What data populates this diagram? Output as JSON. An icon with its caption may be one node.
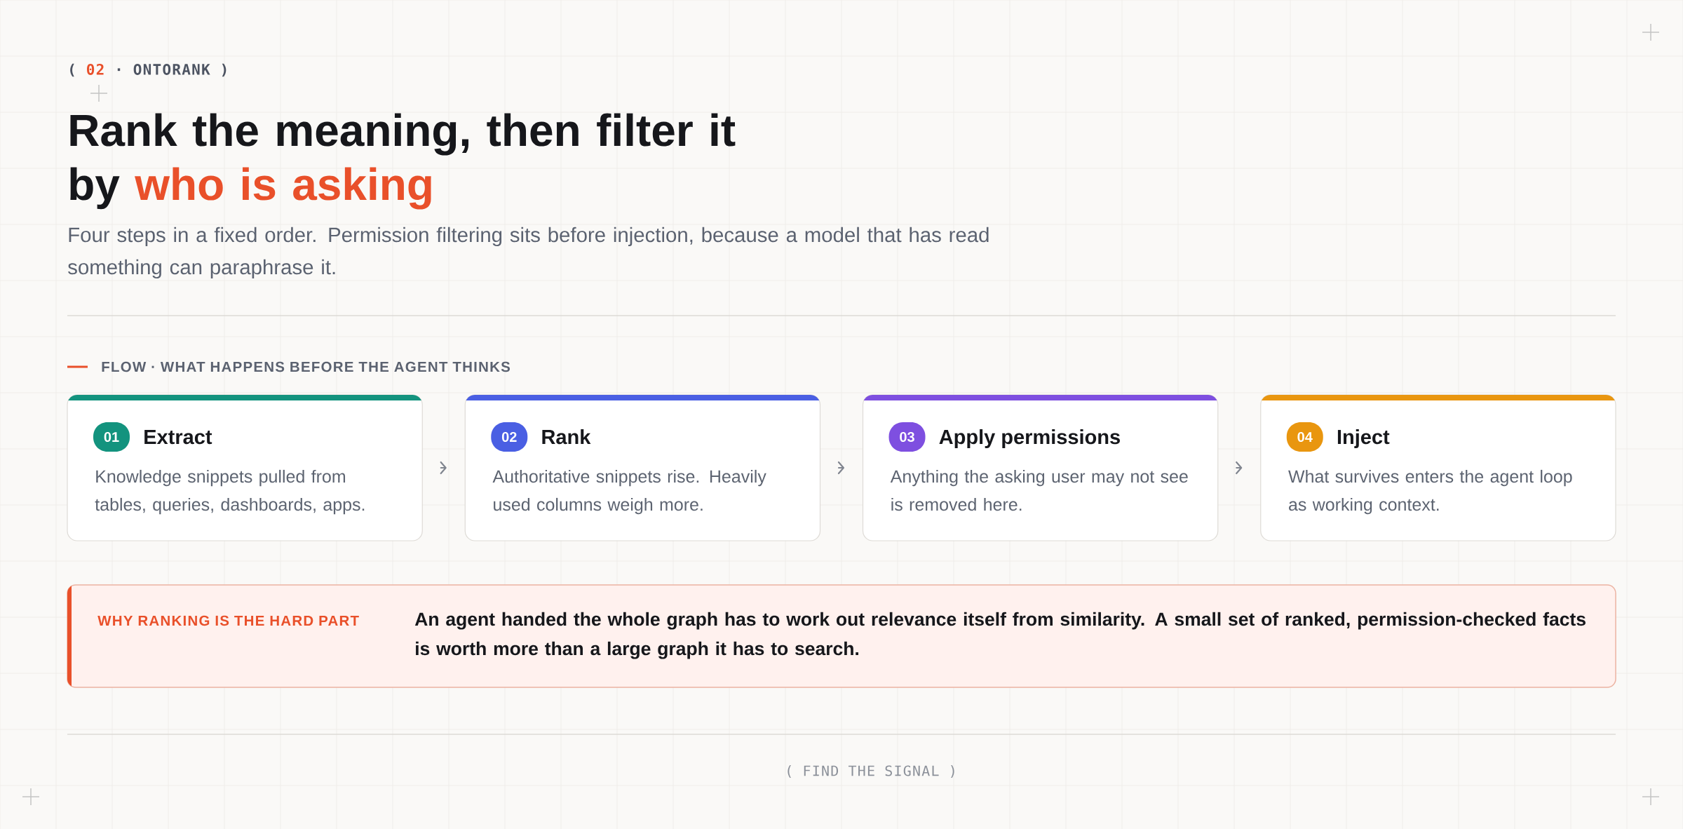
{
  "diagram": {
    "title": "Rank the meaning, then filter it by who is asking",
    "caption": "Four steps in a fixed order. Permission filtering sits before injection, because a model that has read something can paraphrase it.",
    "nodes": [
      {
        "text": [
          "Extract",
          "Knowledge snippets pulled from tables, queries, dashboards, apps."
        ]
      },
      {
        "text": [
          "01"
        ],
        "in": 0
      },
      {
        "text": [
          "Rank",
          "Authoritative snippets rise. Heavily used columns weigh more."
        ]
      },
      {
        "text": [
          "02"
        ],
        "in": 2
      },
      {
        "text": [
          "Apply permissions",
          "Anything the asking user may not see is removed here."
        ]
      },
      {
        "text": [
          "03"
        ],
        "in": 4
      },
      {
        "text": [
          "Inject",
          "What survives enters the agent loop as working context."
        ]
      },
      {
        "text": [
          "04"
        ],
        "in": 6
      },
      {
        "text": [
          "WHY RANKING IS THE HARD PART",
          "An agent handed the whole graph has to work out relevance itself from similarity. A small set of ranked, permission-checked facts is worth more than a large graph it has to search."
        ]
      }
    ],
    "edges": [
      {
        "from": 0,
        "to": 2,
        "arrow": "to"
      },
      {
        "from": 2,
        "to": 4,
        "arrow": "to"
      },
      {
        "from": 4,
        "to": 6,
        "arrow": "to"
      }
    ],
    "labels": [
      "( 02 · ONTORANK )",
      "FLOW · WHAT HAPPENS BEFORE THE AGENT THINKS",
      "( FIND THE SIGNAL )"
    ]
  }
}
